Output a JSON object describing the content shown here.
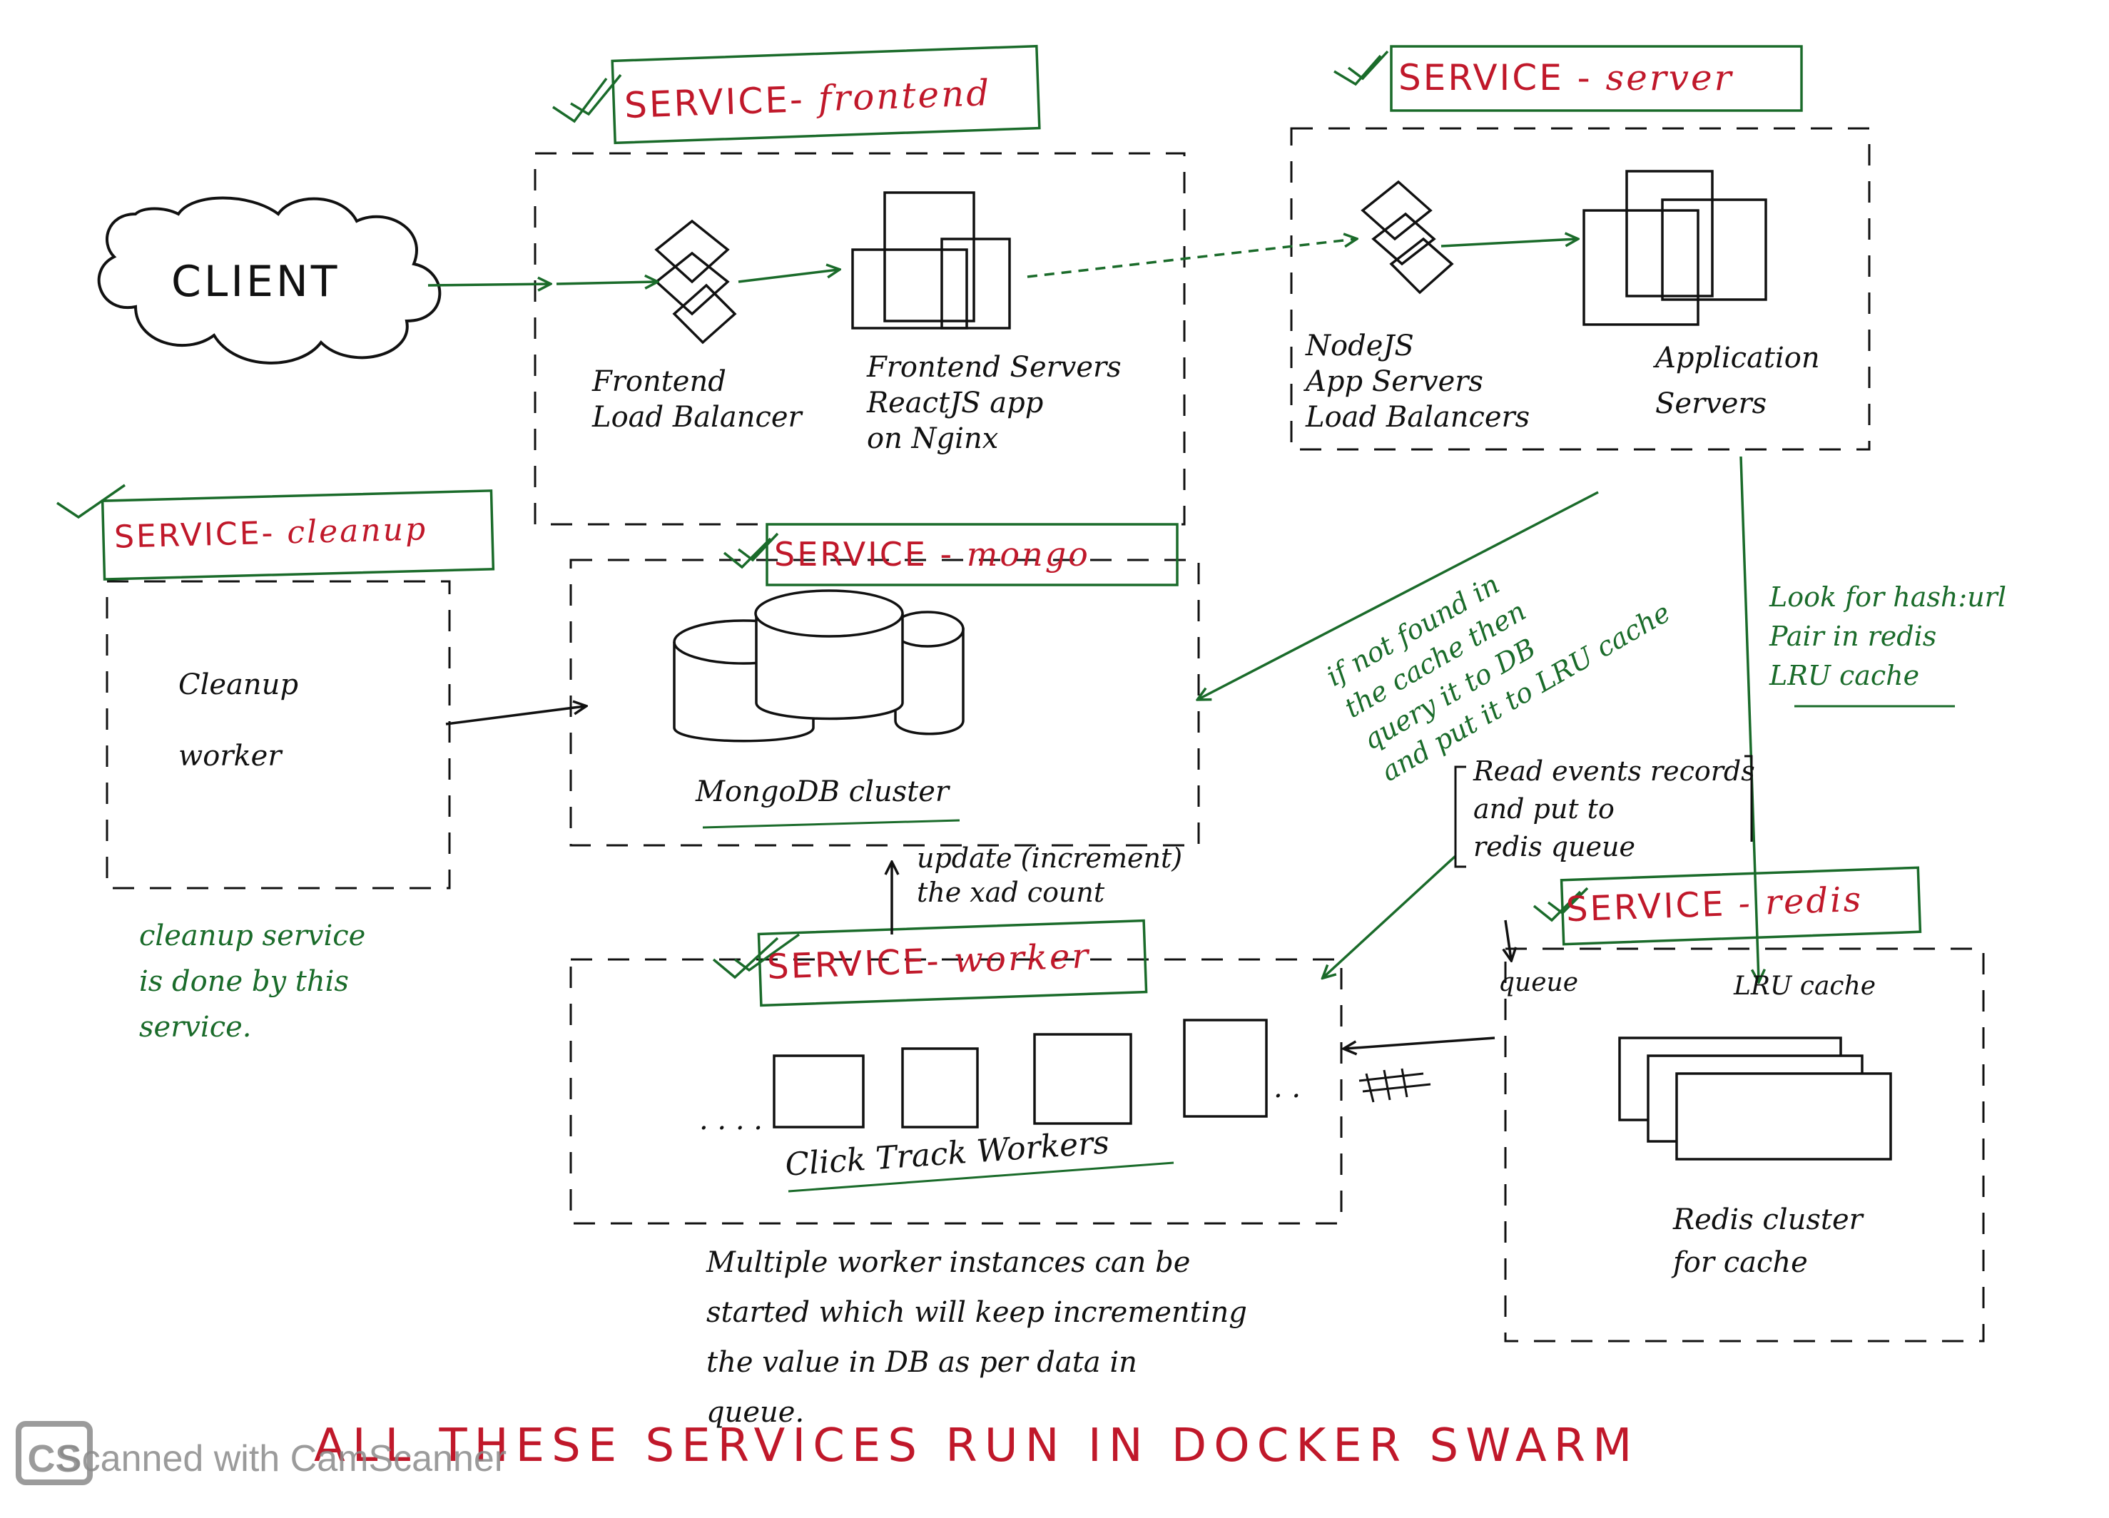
{
  "client": {
    "label": "CLIENT"
  },
  "services": {
    "frontend": {
      "prefix": "SERVICE-",
      "name": "frontend"
    },
    "server": {
      "prefix": "SERVICE -",
      "name": "server"
    },
    "cleanup": {
      "prefix": "SERVICE-",
      "name": "cleanup"
    },
    "mongo": {
      "prefix": "SERVICE -",
      "name": "mongo"
    },
    "worker": {
      "prefix": "SERVICE-",
      "name": "worker"
    },
    "redis": {
      "prefix": "SERVICE",
      "name": "- redis"
    }
  },
  "labels": {
    "frontend_lb": "Frontend\nLoad Balancer",
    "frontend_servers": "Frontend Servers\n       ReactJS app\non Nginx",
    "nodejs_lb": "NodeJS\nApp Servers\nLoad Balancers",
    "app_servers": "Application\nServers",
    "cleanup_worker": "Cleanup\n\n  worker",
    "mongodb_cluster": "MongoDB cluster",
    "click_track_workers": "Click Track Workers",
    "worker_dots_left": ". . . .",
    "worker_dots_right": ". .",
    "queue": "queue",
    "lru_cache": "LRU cache",
    "redis_cluster": "Redis cluster\nfor cache",
    "update_count": "update (increment)\n  the xad count",
    "read_events": "Read events records\nand put to\n redis queue"
  },
  "notes": {
    "cache_miss": "if not found in\nthe cache then\nquery it to DB\nand put it to LRU cache",
    "lookup": "Look for hash:url\nPair in redis\nLRU cache",
    "cleanup_desc": "cleanup service\nis done by this\nservice.",
    "workers_desc": "Multiple worker instances can be\nstarted which will keep incrementing\nthe value in DB as per data in\nqueue."
  },
  "footer": "ALL THESE SERVICES RUN IN DOCKER SWARM",
  "watermark": {
    "badge": "CS",
    "text": "Scanned with CamScanner"
  },
  "colors": {
    "ink": "#111111",
    "red": "#c0182a",
    "green": "#1a6b2a"
  }
}
